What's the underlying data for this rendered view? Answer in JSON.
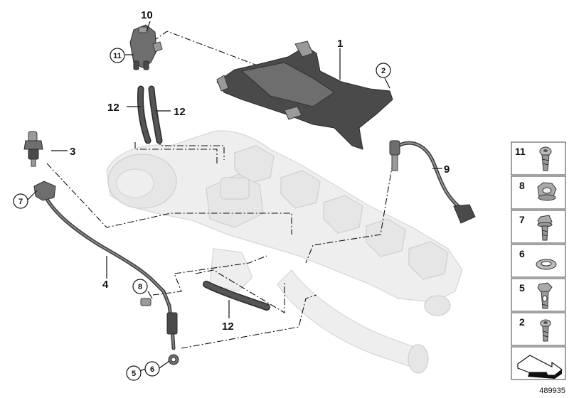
{
  "callouts": {
    "c1": "1",
    "c2": "2",
    "c3": "3",
    "c4": "4",
    "c5": "5",
    "c6": "6",
    "c7": "7",
    "c8": "8",
    "c9": "9",
    "c10": "10",
    "c11": "11",
    "c12a": "12",
    "c12b": "12",
    "c12c": "12"
  },
  "side_parts": [
    {
      "label": "11",
      "icon": "torx-bolt-icon"
    },
    {
      "label": "8",
      "icon": "hex-nut-icon"
    },
    {
      "label": "7",
      "icon": "stud-bolt-icon"
    },
    {
      "label": "6",
      "icon": "sealing-ring-icon"
    },
    {
      "label": "5",
      "icon": "banjo-bolt-icon"
    },
    {
      "label": "2",
      "icon": "short-torx-bolt-icon"
    }
  ],
  "image_id": "489935",
  "colors": {
    "background": "#ffffff",
    "ghost_part": "#eeeeee",
    "part_dark": "#4a4a4a",
    "line": "#111111"
  }
}
